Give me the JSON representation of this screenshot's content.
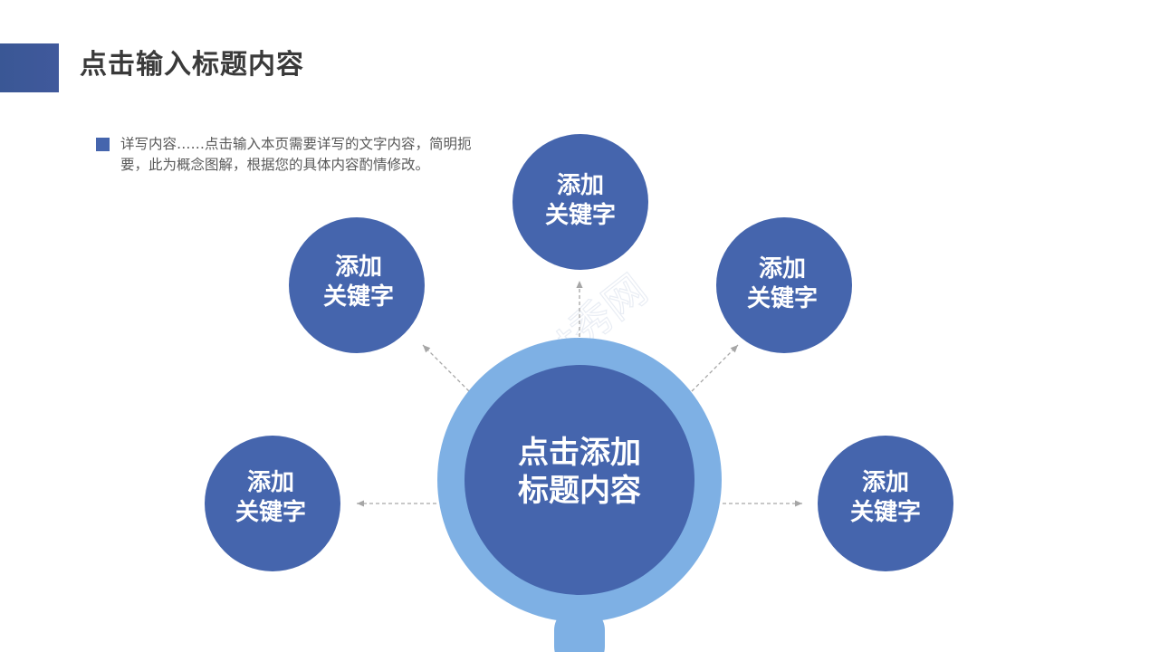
{
  "slide": {
    "title": "点击输入标题内容",
    "description": "详写内容……点击输入本页需要详写的文字内容，简明扼要，此为概念图解，根据您的具体内容酌情修改。"
  },
  "center": {
    "line1": "点击添加",
    "line2": "标题内容"
  },
  "nodes": [
    {
      "line1": "添加",
      "line2": "关键字"
    },
    {
      "line1": "添加",
      "line2": "关键字"
    },
    {
      "line1": "添加",
      "line2": "关键字"
    },
    {
      "line1": "添加",
      "line2": "关键字"
    },
    {
      "line1": "添加",
      "line2": "关键字"
    }
  ],
  "watermark": "ppt秀网",
  "colors": {
    "accent": "#4565ad",
    "outer_ring": "#7eb0e4",
    "title_bar": "#3a5795",
    "arrow": "#a6a6a6"
  }
}
